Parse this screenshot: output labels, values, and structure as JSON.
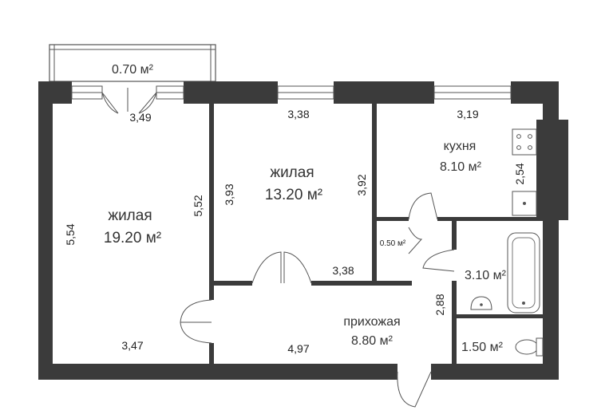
{
  "rooms": {
    "balcony": {
      "area": "0.70 м²"
    },
    "living1": {
      "name": "жилая",
      "area": "19.20 м²"
    },
    "living2": {
      "name": "жилая",
      "area": "13.20 м²"
    },
    "kitchen": {
      "name": "кухня",
      "area": "8.10 м²"
    },
    "closet": {
      "area": "0.50 м²"
    },
    "bathroom": {
      "area": "3.10 м²"
    },
    "hallway": {
      "name": "прихожая",
      "area": "8.80 м²"
    },
    "toilet": {
      "area": "1.50 м²"
    }
  },
  "dimensions": {
    "d349": "3,49",
    "d338_top": "3,38",
    "d319": "3,19",
    "d554": "5,54",
    "d552": "5,52",
    "d393": "3,93",
    "d392": "3,92",
    "d254": "2,54",
    "d338_bottom": "3,38",
    "d288": "2,88",
    "d347": "3,47",
    "d497": "4,97"
  },
  "colors": {
    "wall": "#3b3b3b"
  }
}
